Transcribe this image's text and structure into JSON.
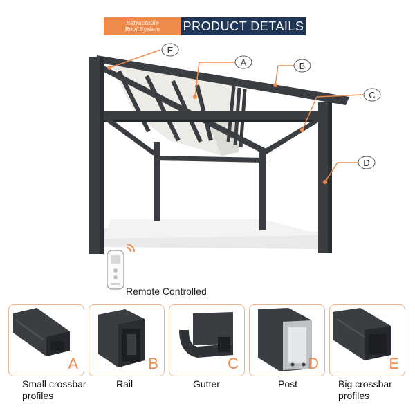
{
  "banner": {
    "subtitle_line1": "Retractable",
    "subtitle_line2": "Roof System",
    "title": "PRODUCT DETAILS"
  },
  "callouts": [
    "A",
    "B",
    "C",
    "D",
    "E"
  ],
  "remote": {
    "label": "Remote Controlled"
  },
  "parts": [
    {
      "letter": "A",
      "name": "Small crossbar",
      "name2": "profiles"
    },
    {
      "letter": "B",
      "name": "Rail",
      "name2": ""
    },
    {
      "letter": "C",
      "name": "Gutter",
      "name2": ""
    },
    {
      "letter": "D",
      "name": "Post",
      "name2": ""
    },
    {
      "letter": "E",
      "name": "Big crossbar",
      "name2": "profiles"
    }
  ],
  "colors": {
    "accent": "#f08a4b",
    "navy": "#1f3556",
    "frame": "#3a3d42"
  }
}
